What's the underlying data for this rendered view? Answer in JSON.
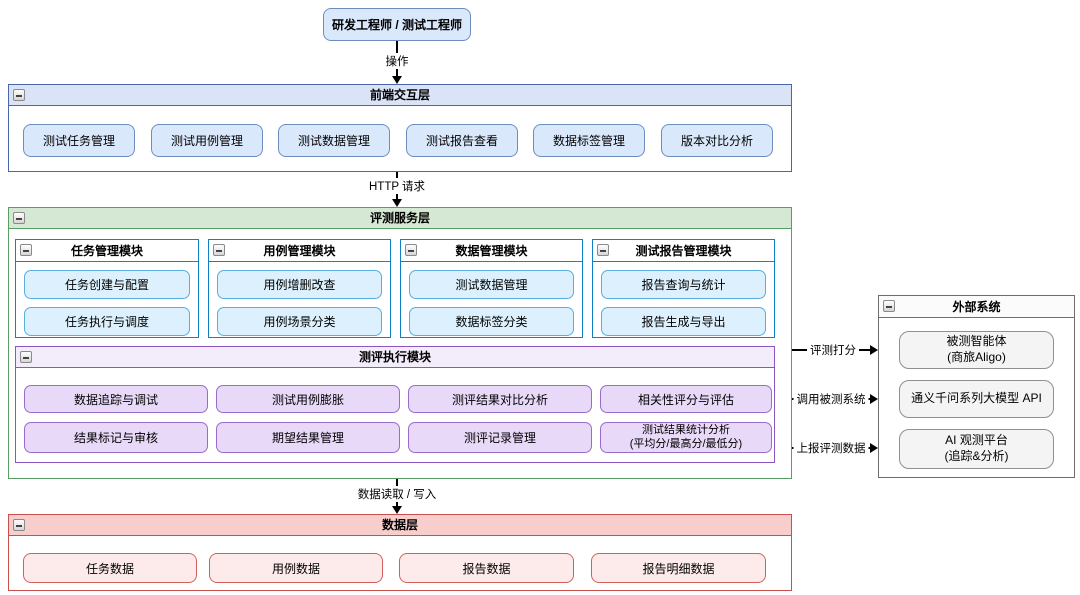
{
  "actor": {
    "label": "研发工程师 / 测试工程师"
  },
  "edges": {
    "operate": "操作",
    "http_request": "HTTP 请求",
    "data_read_write": "数据读取 / 写入",
    "eval_score": "评测打分",
    "call_system_under_test": "调用被测系统",
    "report_eval_data": "上报评测数据"
  },
  "frontend_layer": {
    "title": "前端交互层",
    "items": [
      "测试任务管理",
      "测试用例管理",
      "测试数据管理",
      "测试报告查看",
      "数据标签管理",
      "版本对比分析"
    ]
  },
  "service_layer": {
    "title": "评测服务层",
    "modules": [
      {
        "title": "任务管理模块",
        "items": [
          "任务创建与配置",
          "任务执行与调度"
        ]
      },
      {
        "title": "用例管理模块",
        "items": [
          "用例增删改查",
          "用例场景分类"
        ]
      },
      {
        "title": "数据管理模块",
        "items": [
          "测试数据管理",
          "数据标签分类"
        ]
      },
      {
        "title": "测试报告管理模块",
        "items": [
          "报告查询与统计",
          "报告生成与导出"
        ]
      }
    ],
    "execution_module": {
      "title": "测评执行模块",
      "items": [
        "数据追踪与调试",
        "测试用例膨胀",
        "测评结果对比分析",
        "相关性评分与评估",
        "结果标记与审核",
        "期望结果管理",
        "测评记录管理",
        "测试结果统计分析\n(平均分/最高分/最低分)"
      ]
    }
  },
  "data_layer": {
    "title": "数据层",
    "items": [
      "任务数据",
      "用例数据",
      "报告数据",
      "报告明细数据"
    ]
  },
  "external_systems": {
    "title": "外部系统",
    "items": [
      "被测智能体\n(商旅Aligo)",
      "通义千问系列大模型 API",
      "AI 观测平台\n(追踪&分析)"
    ]
  },
  "colors": {
    "blue_fill": "#dae8fc",
    "blue_stroke": "#6c8ebf",
    "cyan_stroke": "#0d83c4",
    "cyan_fill": "#dcf1fd",
    "green_fill": "#d5e8d4",
    "green_stroke": "#5a9e63",
    "purple_stroke": "#8a56c2",
    "purple_fill": "#e8d9f8",
    "red_stroke": "#c9504c",
    "red_fill": "#f8cecc",
    "gray_stroke": "#6e6e6e",
    "gray_fill": "#f4f4f4"
  }
}
